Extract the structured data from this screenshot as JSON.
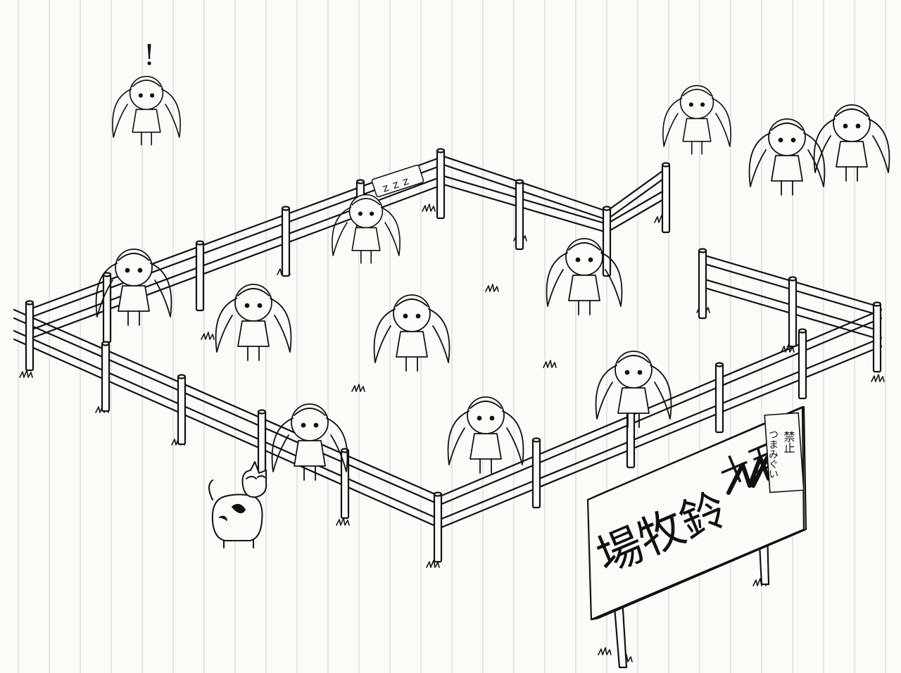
{
  "sign": {
    "main_text": "場牧鈴",
    "crossed_text": "十五",
    "note_line1": "つまみぐい",
    "note_line2": "禁止"
  },
  "speech": {
    "exclaim": "!",
    "sleep": "ｚｚｚ"
  }
}
